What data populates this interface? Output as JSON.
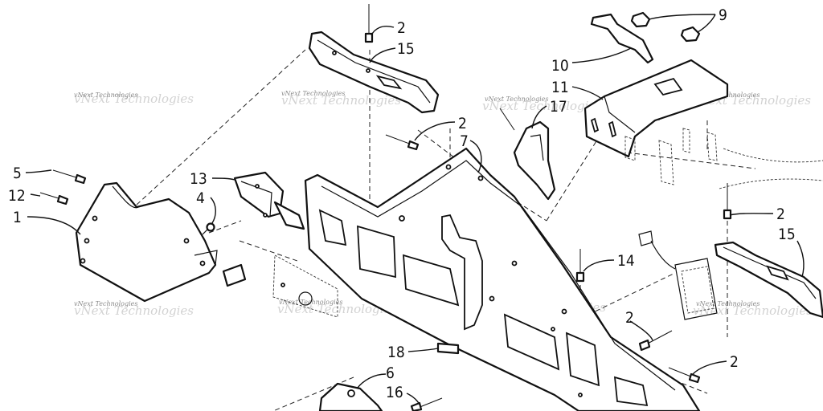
{
  "watermark": "vNext Technologies",
  "callouts": [
    "1",
    "2",
    "2",
    "2",
    "2",
    "2",
    "4",
    "5",
    "6",
    "7",
    "9",
    "10",
    "11",
    "12",
    "13",
    "14",
    "15",
    "15",
    "16",
    "17",
    "18"
  ]
}
